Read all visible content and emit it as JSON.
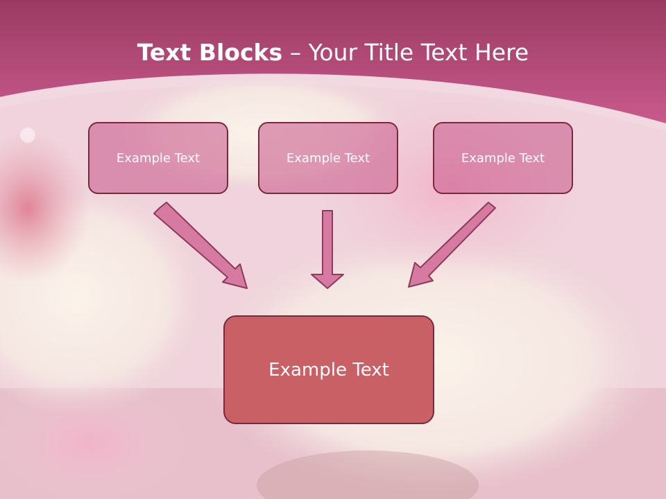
{
  "slide": {
    "title_bold": "Text Blocks",
    "title_dash": " – ",
    "title_rest": "Your Title Text Here"
  },
  "diagram": {
    "top_blocks": [
      "Example Text",
      "Example Text",
      "Example Text"
    ],
    "bottom_block": "Example Text"
  },
  "colors": {
    "header": "#c25586",
    "block_fill": "#d67aa2",
    "block_border": "#7a2840",
    "bottom_fill": "#c86065",
    "arrow_fill": "#d67aa2"
  }
}
